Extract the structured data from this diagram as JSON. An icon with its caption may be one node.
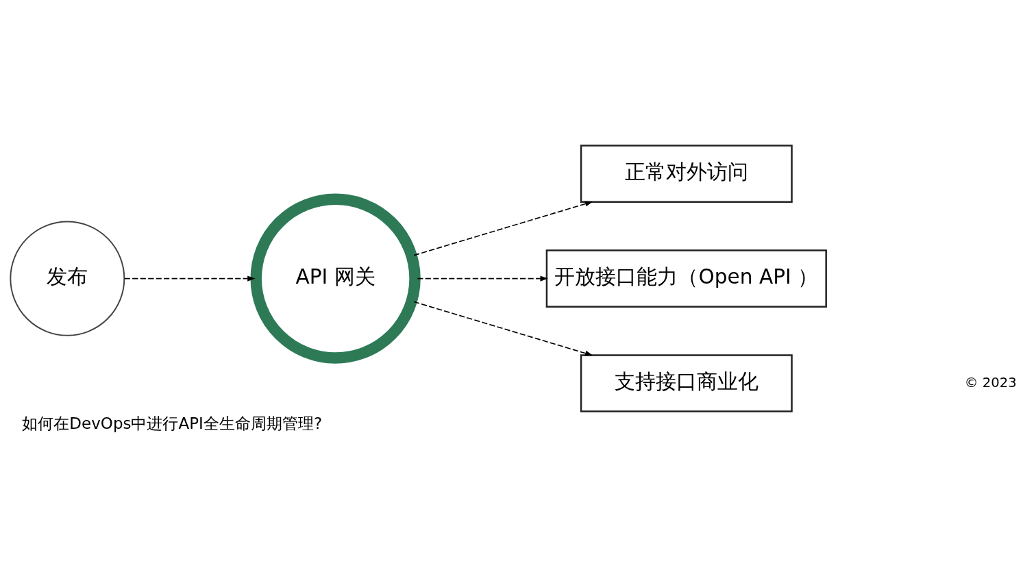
{
  "diagram": {
    "caption": "如何在DevOps中进行API全生命周期管理?",
    "nodes": [
      {
        "text": [
          "发布"
        ]
      },
      {
        "text": [
          "API 网关"
        ]
      },
      {
        "text": [
          "正常对外访问"
        ]
      },
      {
        "text": [
          "开放接口能力（Open API ）"
        ]
      },
      {
        "text": [
          "支持接口商业化"
        ]
      }
    ],
    "edges": [
      {
        "from": 0,
        "to": 1,
        "arrow": "to",
        "style": "dashed"
      },
      {
        "from": 1,
        "to": 2,
        "arrow": "to",
        "style": "dashed"
      },
      {
        "from": 1,
        "to": 3,
        "arrow": "to",
        "style": "dashed"
      },
      {
        "from": 1,
        "to": 4,
        "arrow": "to",
        "style": "dashed"
      }
    ],
    "labels": [
      "© 2023"
    ]
  }
}
